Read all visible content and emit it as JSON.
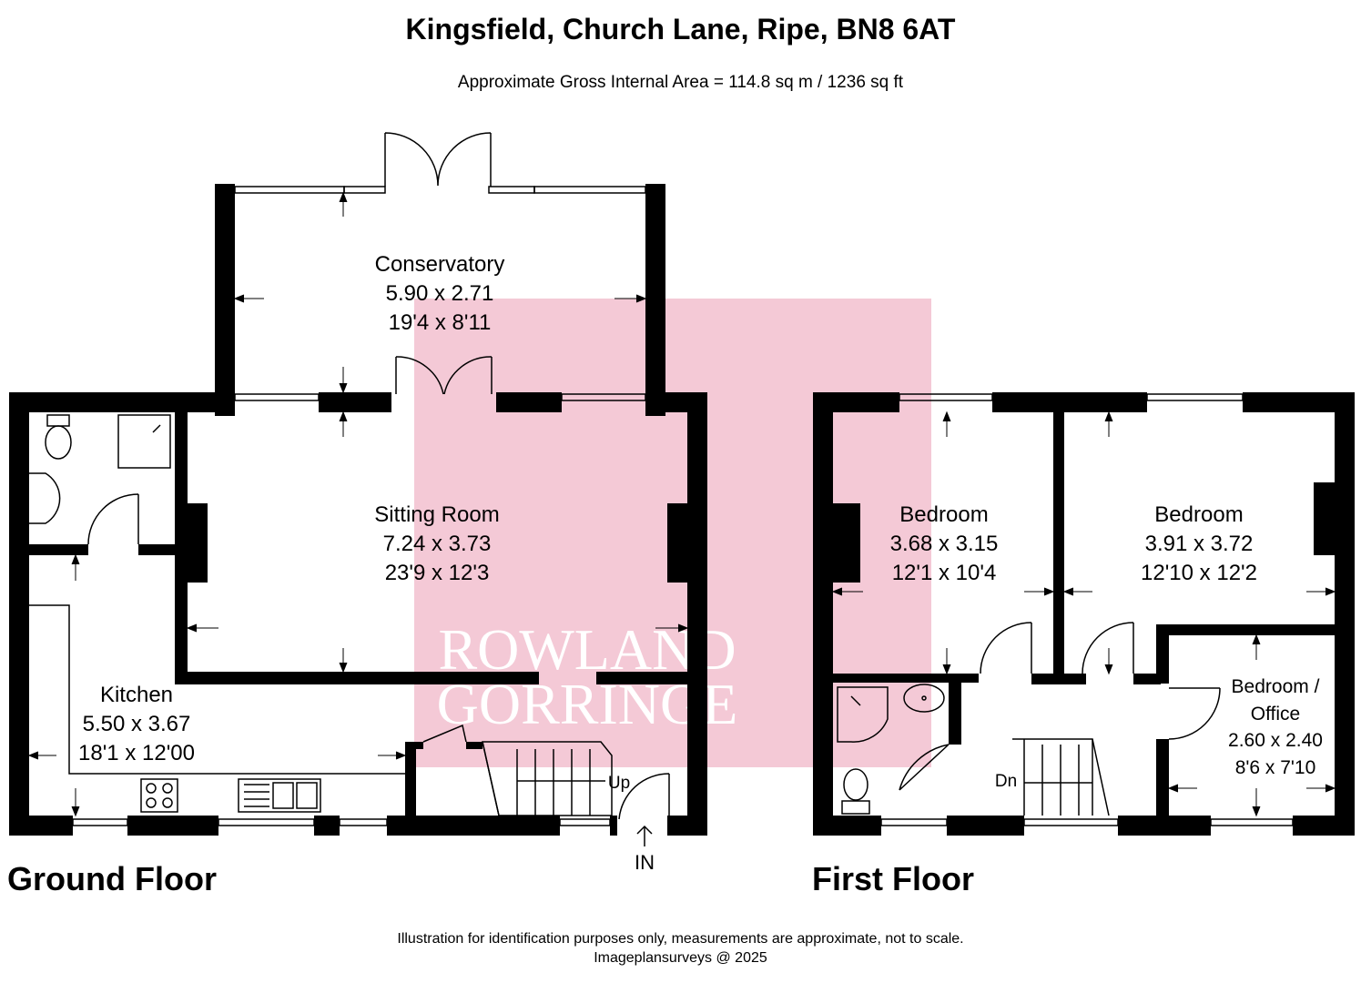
{
  "header": {
    "title": "Kingsfield, Church Lane, Ripe, BN8 6AT",
    "subtitle": "Approximate Gross Internal Area = 114.8 sq m / 1236 sq ft"
  },
  "watermark": {
    "line1": "ROWLAND",
    "line2": "GORRINGE",
    "color": "#f4c9d6"
  },
  "floors": {
    "ground": {
      "label": "Ground Floor",
      "rooms": [
        {
          "name": "Conservatory",
          "metric": "5.90 x 2.71",
          "imperial": "19'4 x 8'11"
        },
        {
          "name": "Sitting Room",
          "metric": "7.24 x 3.73",
          "imperial": "23'9 x 12'3"
        },
        {
          "name": "Kitchen",
          "metric": "5.50 x 3.67",
          "imperial": "18'1 x 12'00"
        }
      ],
      "stairs_label": "Up",
      "entrance_label": "IN"
    },
    "first": {
      "label": "First Floor",
      "rooms": [
        {
          "name": "Bedroom",
          "metric": "3.68 x 3.15",
          "imperial": "12'1 x 10'4"
        },
        {
          "name": "Bedroom",
          "metric": "3.91 x 3.72",
          "imperial": "12'10 x 12'2"
        },
        {
          "name_line1": "Bedroom /",
          "name_line2": "Office",
          "metric": "2.60 x 2.40",
          "imperial": "8'6 x 7'10"
        }
      ],
      "stairs_label": "Dn"
    }
  },
  "footer": {
    "disclaimer": "Illustration for identification purposes only, measurements are approximate, not to scale.",
    "credit": "Imageplansurveys @ 2025"
  }
}
